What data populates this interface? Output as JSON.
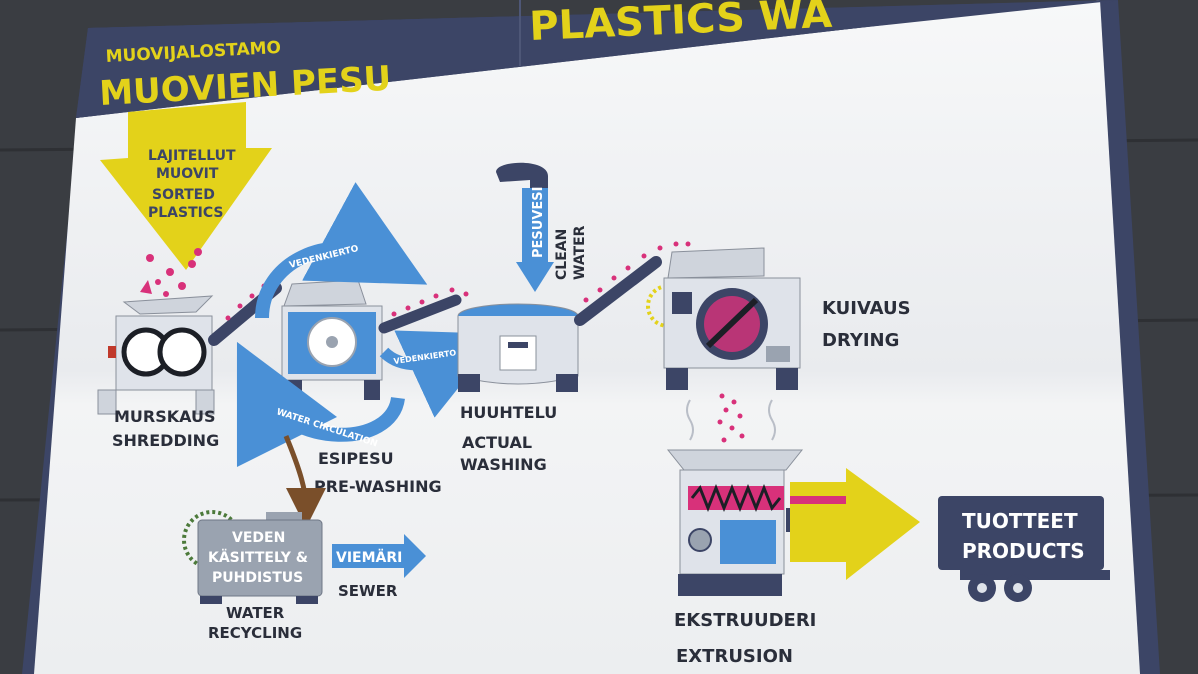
{
  "header": {
    "subtitle": "MUOVIJALOSTAMO",
    "title": "MUOVIEN PESU",
    "right_title": "PLASTICS WA"
  },
  "input": {
    "fi_line1": "LAJITELLUT",
    "fi_line2": "MUOVIT",
    "en_line1": "SORTED",
    "en_line2": "PLASTICS"
  },
  "steps": {
    "shredding": {
      "fi": "MURSKAUS",
      "en": "SHREDDING"
    },
    "prewashing": {
      "fi": "ESIPESU",
      "en": "PRE-WASHING"
    },
    "washing": {
      "fi": "HUUHTELU",
      "en_line1": "ACTUAL",
      "en_line2": "WASHING"
    },
    "drying": {
      "fi": "KUIVAUS",
      "en": "DRYING"
    },
    "extrusion": {
      "fi": "EKSTRUUDERI",
      "en": "EXTRUSION"
    },
    "water_recycling": {
      "box_line1": "VEDEN",
      "box_line2": "KÄSITTELY &",
      "box_line3": "PUHDISTUS",
      "en_line1": "WATER",
      "en_line2": "RECYCLING"
    }
  },
  "circulation": {
    "top_fi": "VEDENKIERTO",
    "bottom_en": "WATER CIRCULATION",
    "small_fi": "VEDENKIERTO"
  },
  "clean_water": {
    "fi": "PESUVESI",
    "en_line1": "CLEAN",
    "en_line2": "WATER"
  },
  "sewer": {
    "fi": "VIEMÄRI",
    "en": "SEWER"
  },
  "products": {
    "fi": "TUOTTEET",
    "en": "PRODUCTS"
  },
  "colors": {
    "navy": "#3c4566",
    "yellow": "#e3d21a",
    "blue": "#4a90d6",
    "magenta": "#d8317a",
    "machine": "#dfe3ea",
    "wall": "#3a3d42",
    "board": "#eef0f2"
  }
}
